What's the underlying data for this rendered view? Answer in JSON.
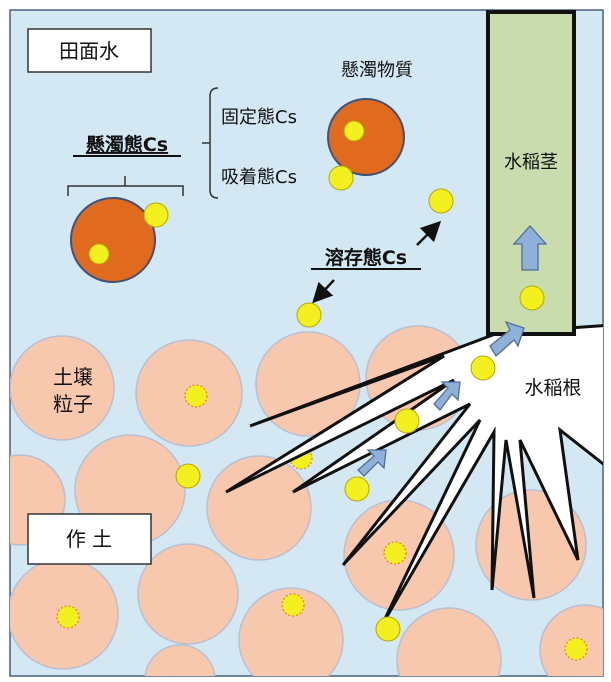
{
  "colors": {
    "water": "#d4e8f4",
    "soil_particle": "#f8c8ae",
    "soil_particle_edge": "#b7bfd0",
    "cs_yellow": "#f4f020",
    "suspended_orange": "#e06a1e",
    "stem_green": "#c8dcae",
    "arrow_blue": "#8fb0d8"
  },
  "labels": {
    "paddy_water": "田面水",
    "suspended_matter": "懸濁物質",
    "fixed_cs": "固定態Cs",
    "adsorbed_cs": "吸着態Cs",
    "suspended_cs": "懸濁態Cs",
    "dissolved_cs": "溶存態Cs",
    "rice_stem": "水稲茎",
    "rice_root": "水稲根",
    "soil_particle_line1": "土壌",
    "soil_particle_line2": "粒子",
    "plow_layer": "作 土"
  }
}
